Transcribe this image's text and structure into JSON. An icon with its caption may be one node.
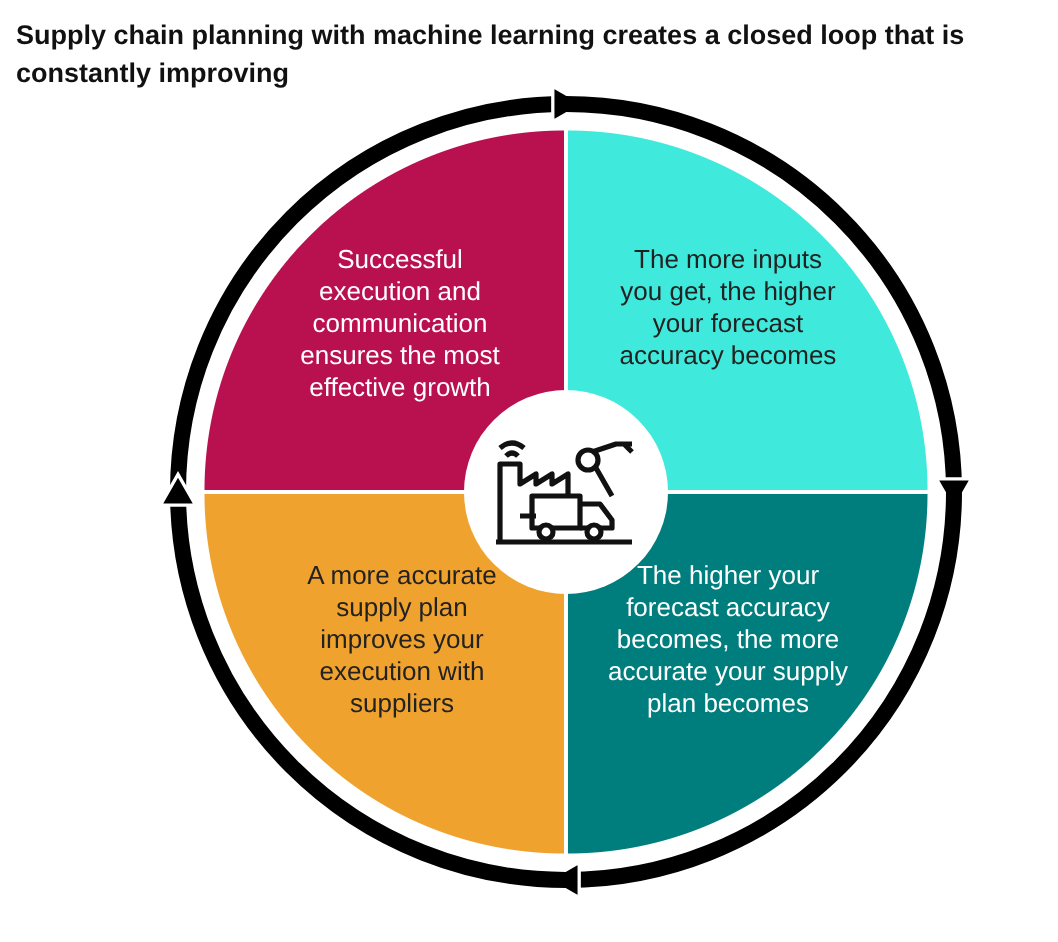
{
  "diagram": {
    "title": "Supply chain planning with machine learning creates a closed loop that is constantly improving",
    "nodes": [
      {
        "text": [
          "Successful execution and communication ensures the most effective growth"
        ]
      },
      {
        "text": [
          "The more inputs you get, the higher your forecast accuracy becomes"
        ]
      },
      {
        "text": [
          "A more accurate supply plan improves your execution with suppliers"
        ]
      },
      {
        "text": [
          "The higher your forecast accuracy becomes, the more accurate your supply plan becomes"
        ]
      },
      {
        "text": [],
        "shape": "circle"
      }
    ],
    "edges": [
      {
        "from": 0,
        "to": 1,
        "arrow": "to"
      },
      {
        "from": 1,
        "to": 3,
        "arrow": "to"
      },
      {
        "from": 3,
        "to": 2,
        "arrow": "to"
      },
      {
        "from": 2,
        "to": 0,
        "arrow": "to"
      }
    ]
  }
}
